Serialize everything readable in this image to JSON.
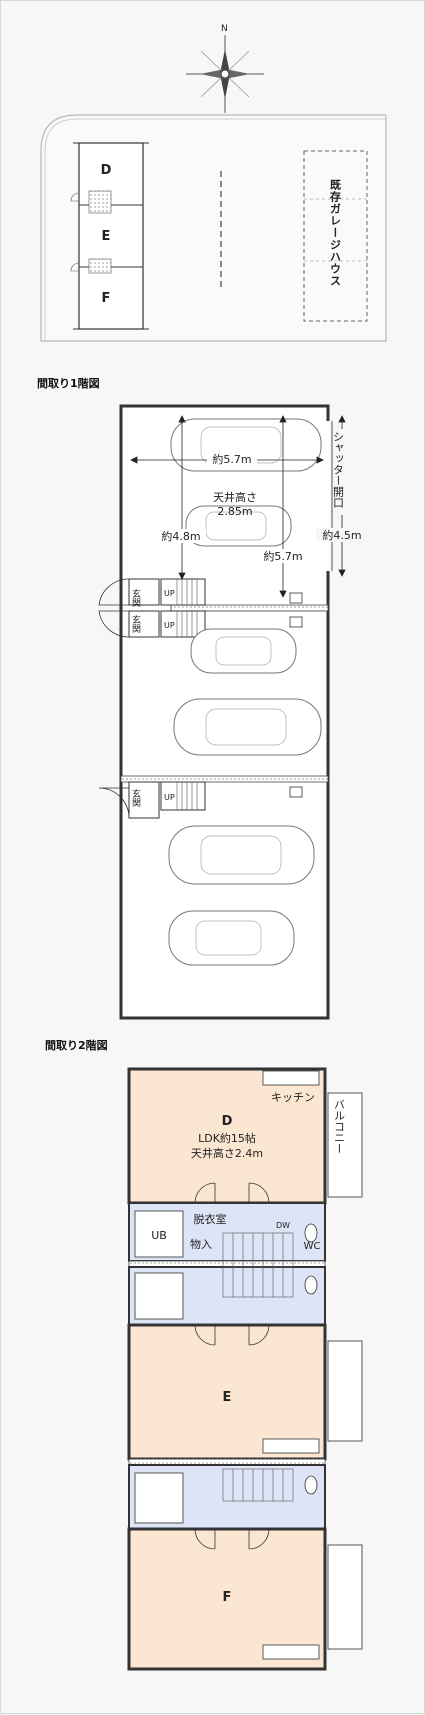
{
  "compass": {
    "north": "N"
  },
  "site": {
    "units": [
      "D",
      "E",
      "F"
    ],
    "garage": "既存ガレージハウス"
  },
  "floor1": {
    "title": "間取り1階図",
    "width": "約5.7m",
    "ceiling_label": "天井高さ",
    "ceiling_value": "2.85m",
    "depth_left": "約4.8m",
    "depth_right": "約5.7m",
    "shutter_label": "シャッター開口",
    "shutter_value": "約4.5m",
    "entrance": "玄関",
    "stair_up": "UP"
  },
  "floor2": {
    "title": "間取り2階図",
    "kitchen": "キッチン",
    "balcony": "バルコニー",
    "unit_d": "D",
    "unit_e": "E",
    "unit_f": "F",
    "ldk": "LDK約15帖",
    "ceiling": "天井高さ2.4m",
    "dressing": "脱衣室",
    "storage": "物入",
    "bath": "UB",
    "wc": "WC",
    "dw": "DW"
  }
}
